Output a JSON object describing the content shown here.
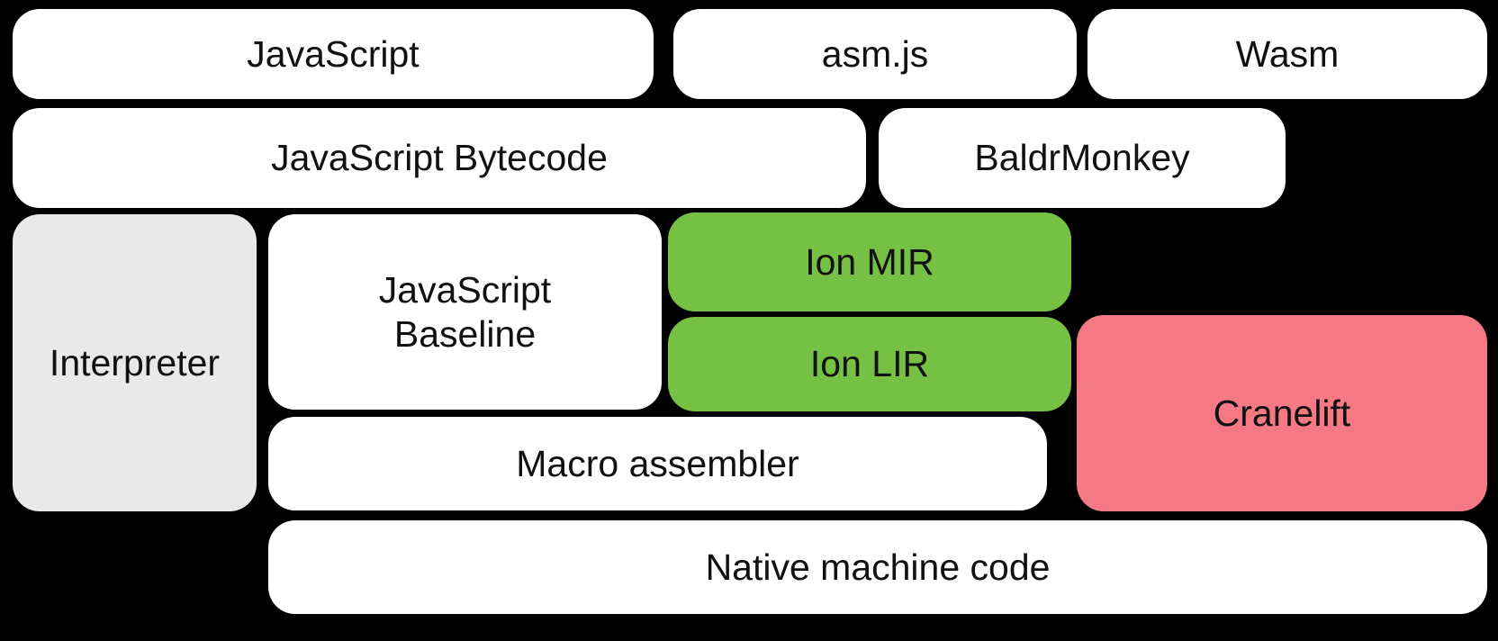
{
  "diagram": {
    "blocks": {
      "javascript": {
        "label": "JavaScript"
      },
      "asmjs": {
        "label": "asm.js"
      },
      "wasm": {
        "label": "Wasm"
      },
      "bytecode": {
        "label": "JavaScript Bytecode"
      },
      "baldrmonkey": {
        "label": "BaldrMonkey"
      },
      "interpreter": {
        "label": "Interpreter"
      },
      "baseline": {
        "label": "JavaScript\nBaseline"
      },
      "ion_mir": {
        "label": "Ion MIR"
      },
      "ion_lir": {
        "label": "Ion LIR"
      },
      "cranelift": {
        "label": "Cranelift"
      },
      "macro_assembler": {
        "label": "Macro assembler"
      },
      "native": {
        "label": "Native machine code"
      }
    },
    "colors": {
      "background": "#000000",
      "box_white": "#ffffff",
      "box_gray": "#e9e9e9",
      "box_green": "#76c043",
      "box_pink": "#f57985",
      "text": "#111111"
    }
  }
}
